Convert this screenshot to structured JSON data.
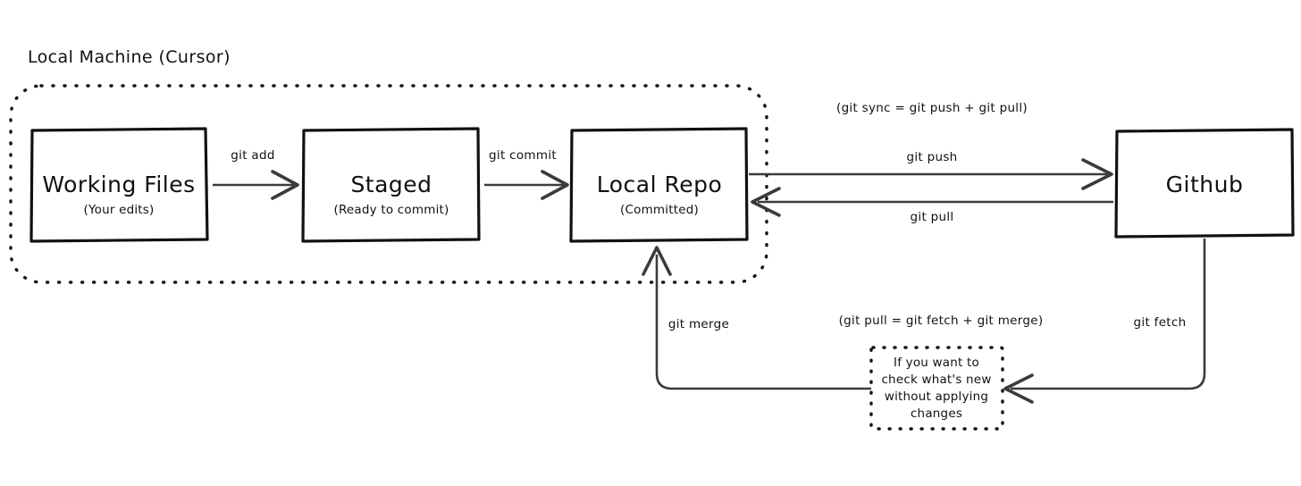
{
  "diagram": {
    "title": "Local Machine (Cursor)",
    "nodes": [
      {
        "id": "working-files",
        "label": "Working Files",
        "sublabel": "(Your edits)"
      },
      {
        "id": "staged",
        "label": "Staged",
        "sublabel": "(Ready to commit)"
      },
      {
        "id": "local-repo",
        "label": "Local Repo",
        "sublabel": "(Committed)"
      },
      {
        "id": "github",
        "label": "Github",
        "sublabel": ""
      }
    ],
    "edges": [
      {
        "id": "git-add",
        "label": "git add"
      },
      {
        "id": "git-commit",
        "label": "git commit"
      },
      {
        "id": "git-push",
        "label": "git push"
      },
      {
        "id": "git-pull",
        "label": "git pull"
      },
      {
        "id": "git-merge",
        "label": "git merge"
      },
      {
        "id": "git-fetch",
        "label": "git fetch"
      }
    ],
    "annotations": [
      {
        "id": "sync-note",
        "label": "(git sync = git push + git pull)"
      },
      {
        "id": "pull-note",
        "label": "(git pull = git fetch + git merge)"
      }
    ],
    "note_box": {
      "lines": [
        "If you want to",
        "check what's new",
        "without applying",
        "changes"
      ]
    },
    "colors": {
      "background": "#ffffff",
      "ink": "#111111",
      "connector": "#3b3b3b"
    }
  }
}
